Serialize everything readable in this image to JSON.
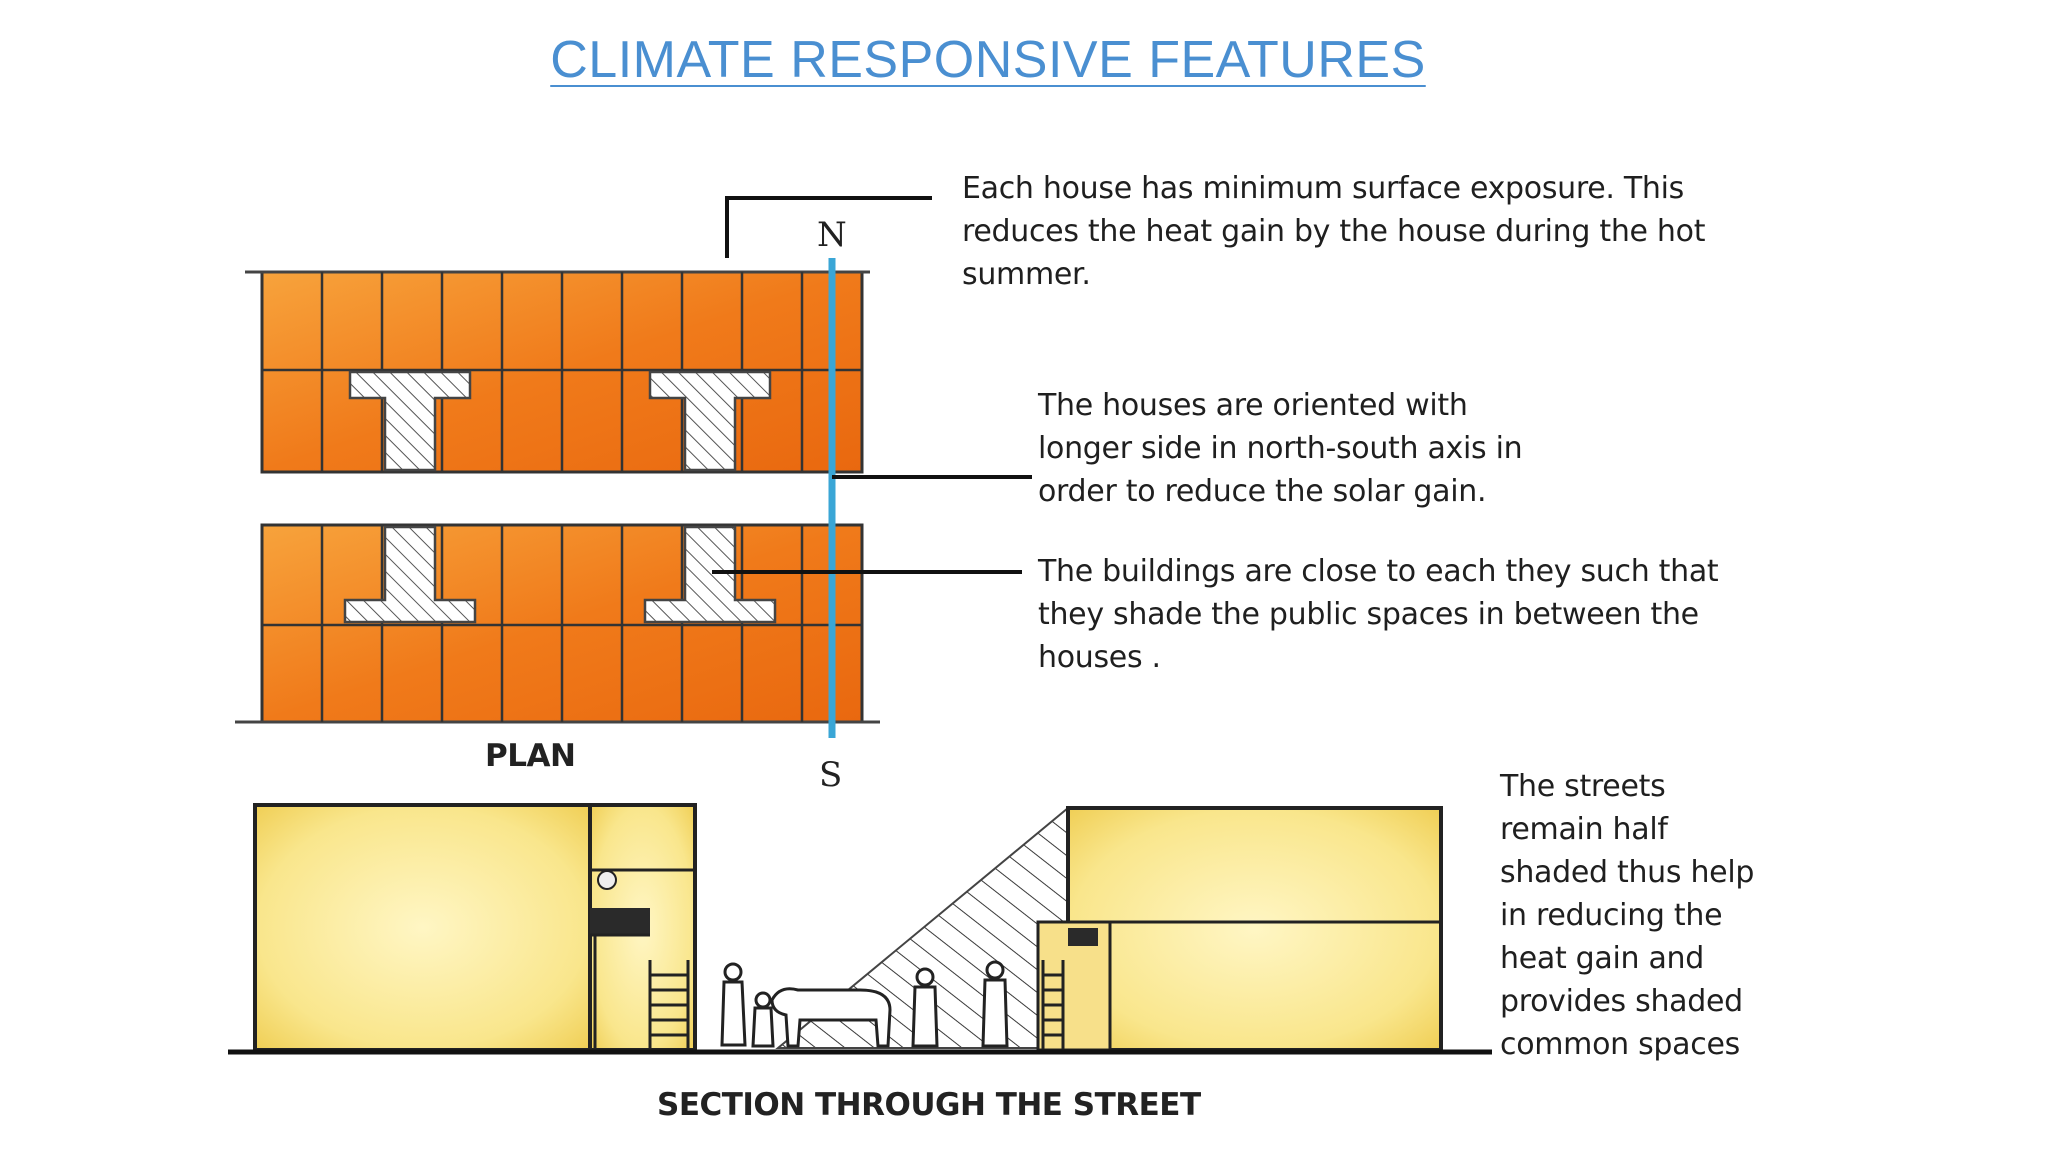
{
  "title": "CLIMATE RESPONSIVE FEATURES",
  "compass": {
    "north": "N",
    "south": "S"
  },
  "labels": {
    "plan": "PLAN",
    "section": "SECTION THROUGH THE STREET"
  },
  "annotations": [
    {
      "lines": [
        "Each house has minimum surface exposure. This",
        "reduces the heat gain by the house during the hot",
        "summer."
      ]
    },
    {
      "lines": [
        "The houses are oriented with",
        "longer side in north-south axis in",
        "order to reduce the solar gain."
      ]
    },
    {
      "lines": [
        "The buildings are close to each they such that",
        "they shade the public spaces in between the",
        "houses ."
      ]
    },
    {
      "lines": [
        "The streets",
        "remain half",
        "shaded thus help",
        "in reducing the",
        "heat gain and",
        "provides shaded",
        "common spaces"
      ]
    }
  ],
  "colors": {
    "title": "#4a8fd1",
    "house_fill": "#f07a1a",
    "house_fill_light": "#f7a33c",
    "section_fill": "#f8e48a",
    "axis_line": "#3aa6d6"
  }
}
